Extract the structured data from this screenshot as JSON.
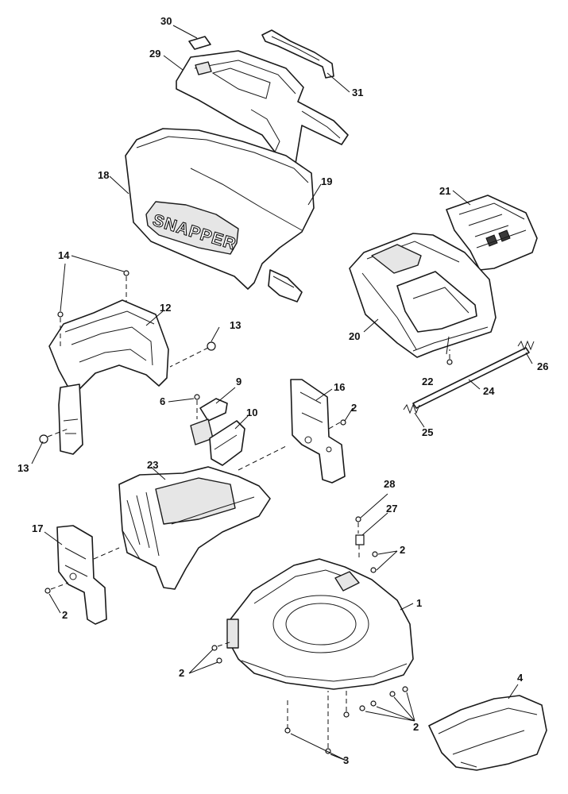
{
  "brand_logo": "SNAPPER",
  "callouts": {
    "c1": "1",
    "c2a": "2",
    "c2b": "2",
    "c2c": "2",
    "c2d": "2",
    "c2e": "2",
    "c3": "3",
    "c4": "4",
    "c6": "6",
    "c9": "9",
    "c10": "10",
    "c12": "12",
    "c13a": "13",
    "c13b": "13",
    "c14": "14",
    "c16": "16",
    "c17": "17",
    "c18": "18",
    "c19": "19",
    "c20": "20",
    "c21": "21",
    "c22": "22",
    "c23": "23",
    "c24": "24",
    "c25": "25",
    "c26": "26",
    "c27": "27",
    "c28": "28",
    "c29": "29",
    "c30": "30",
    "c31": "31"
  }
}
